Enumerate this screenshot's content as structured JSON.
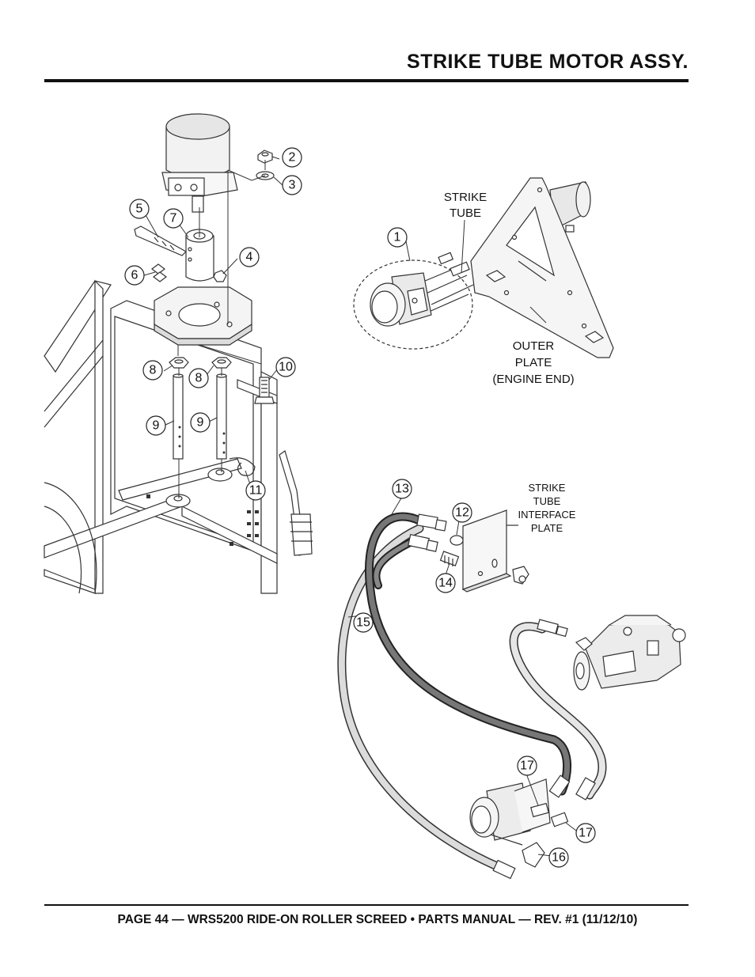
{
  "header": {
    "title": "STRIKE TUBE MOTOR ASSY."
  },
  "footer": {
    "text": "PAGE 44 — WRS5200 RIDE-ON ROLLER SCREED • PARTS MANUAL — REV. #1 (11/12/10)"
  },
  "callouts": {
    "c1": "1",
    "c2": "2",
    "c3": "3",
    "c4": "4",
    "c5": "5",
    "c6": "6",
    "c7": "7",
    "c8a": "8",
    "c8b": "8",
    "c9a": "9",
    "c9b": "9",
    "c10": "10",
    "c11": "11",
    "c12": "12",
    "c13": "13",
    "c14": "14",
    "c15": "15",
    "c16": "16",
    "c17a": "17",
    "c17b": "17"
  },
  "labels": {
    "strike_tube_1": "STRIKE",
    "strike_tube_2": "TUBE",
    "outer_plate_1": "OUTER",
    "outer_plate_2": "PLATE",
    "outer_plate_3": "(ENGINE END)",
    "interface_1": "STRIKE",
    "interface_2": "TUBE",
    "interface_3": "INTERFACE",
    "interface_4": "PLATE"
  }
}
